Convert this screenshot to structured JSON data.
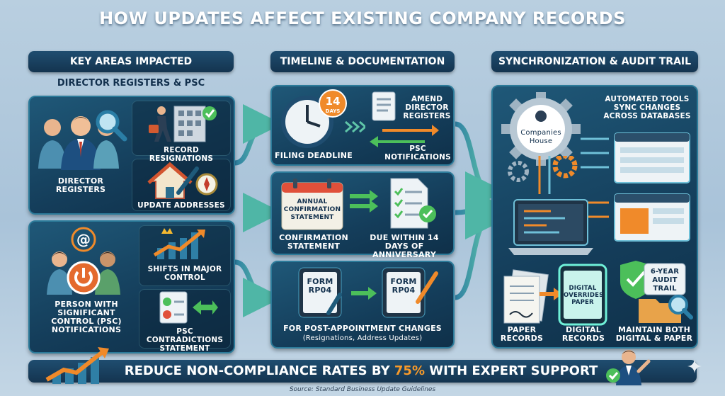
{
  "title": "HOW UPDATES AFFECT EXISTING COMPANY RECORDS",
  "columns": {
    "key_areas": "KEY AREAS IMPACTED",
    "timeline": "TIMELINE & DOCUMENTATION",
    "sync": "SYNCHRONIZATION & AUDIT TRAIL"
  },
  "key_areas": {
    "subhead": "DIRECTOR REGISTERS & PSC",
    "director_registers": "DIRECTOR REGISTERS",
    "record_resignations": "RECORD RESIGNATIONS",
    "update_addresses": "UPDATE ADDRESSES",
    "psc_notifications": "PERSON WITH SIGNIFICANT CONTROL (PSC) NOTIFICATIONS",
    "shifts_control": "SHIFTS IN MAJOR CONTROL",
    "psc_contradictions": "PSC CONTRADICTIONS STATEMENT",
    "at_symbol": "@"
  },
  "timeline": {
    "days_number": "14",
    "days_word": "DAYS",
    "filing_deadline": "FILING DEADLINE",
    "amend_registers": "AMEND DIRECTOR REGISTERS",
    "psc_notifications": "PSC NOTIFICATIONS",
    "annual_calendar": "ANNUAL CONFIRMATION STATEMENT",
    "confirmation_statement": "CONFIRMATION STATEMENT",
    "due_within": "DUE WITHIN 14 DAYS OF ANNIVERSARY",
    "form_left": "FORM RP04",
    "form_right": "FORM RP04",
    "post_appointment": "FOR POST-APPOINTMENT CHANGES",
    "post_appointment_detail": "(Resignations, Address Updates)"
  },
  "sync": {
    "companies_house": "Companies House",
    "automated_tools": "AUTOMATED TOOLS SYNC CHANGES ACROSS DATABASES",
    "digital_overrides": "DIGITAL OVERRIDES PAPER",
    "paper_records": "PAPER RECORDS",
    "digital_records": "DIGITAL RECORDS",
    "audit_trail_badge": "6-YEAR AUDIT TRAIL",
    "maintain_both": "MAINTAIN BOTH DIGITAL & PAPER"
  },
  "banner": {
    "before": "REDUCE NON-COMPLIANCE RATES BY ",
    "highlight": "75%",
    "after": " WITH EXPERT SUPPORT"
  },
  "source": "Source: Standard Business Update Guidelines",
  "colors": {
    "accent_orange": "#f08a2a",
    "accent_green": "#4cbf5a",
    "panel_dark": "#143d5a",
    "header_navy": "#1a4262"
  }
}
